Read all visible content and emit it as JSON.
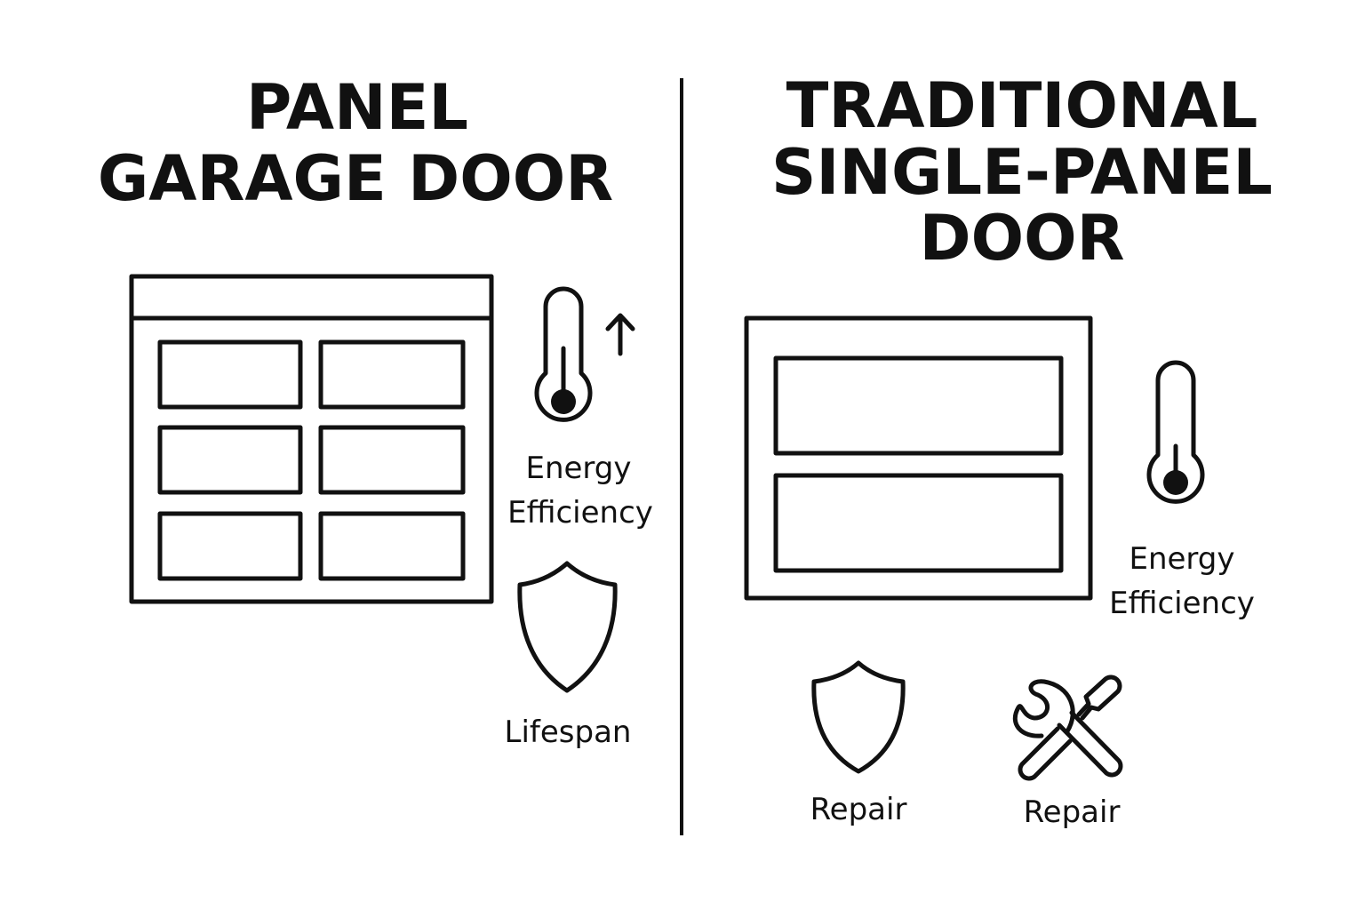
{
  "left": {
    "title_lines": [
      "PANEL",
      "GARAGE DOOR"
    ],
    "energy_label_lines": [
      "Energy",
      "Efficiency"
    ],
    "energy_icon": "thermometer-with-up-arrow-icon",
    "lifespan_label": "Lifespan",
    "lifespan_icon": "shield-icon"
  },
  "right": {
    "title_lines": [
      "TRADITIONAL",
      "SINGLE-PANEL",
      "DOOR"
    ],
    "energy_label_lines": [
      "Energy",
      "Efficiency"
    ],
    "energy_icon": "thermometer-icon",
    "repair_labels": [
      "Repair",
      "Repair"
    ],
    "repair_icons": [
      "shield-icon",
      "wrench-screwdriver-icon"
    ]
  },
  "colors": {
    "stroke": "#111111",
    "background": "#ffffff"
  }
}
